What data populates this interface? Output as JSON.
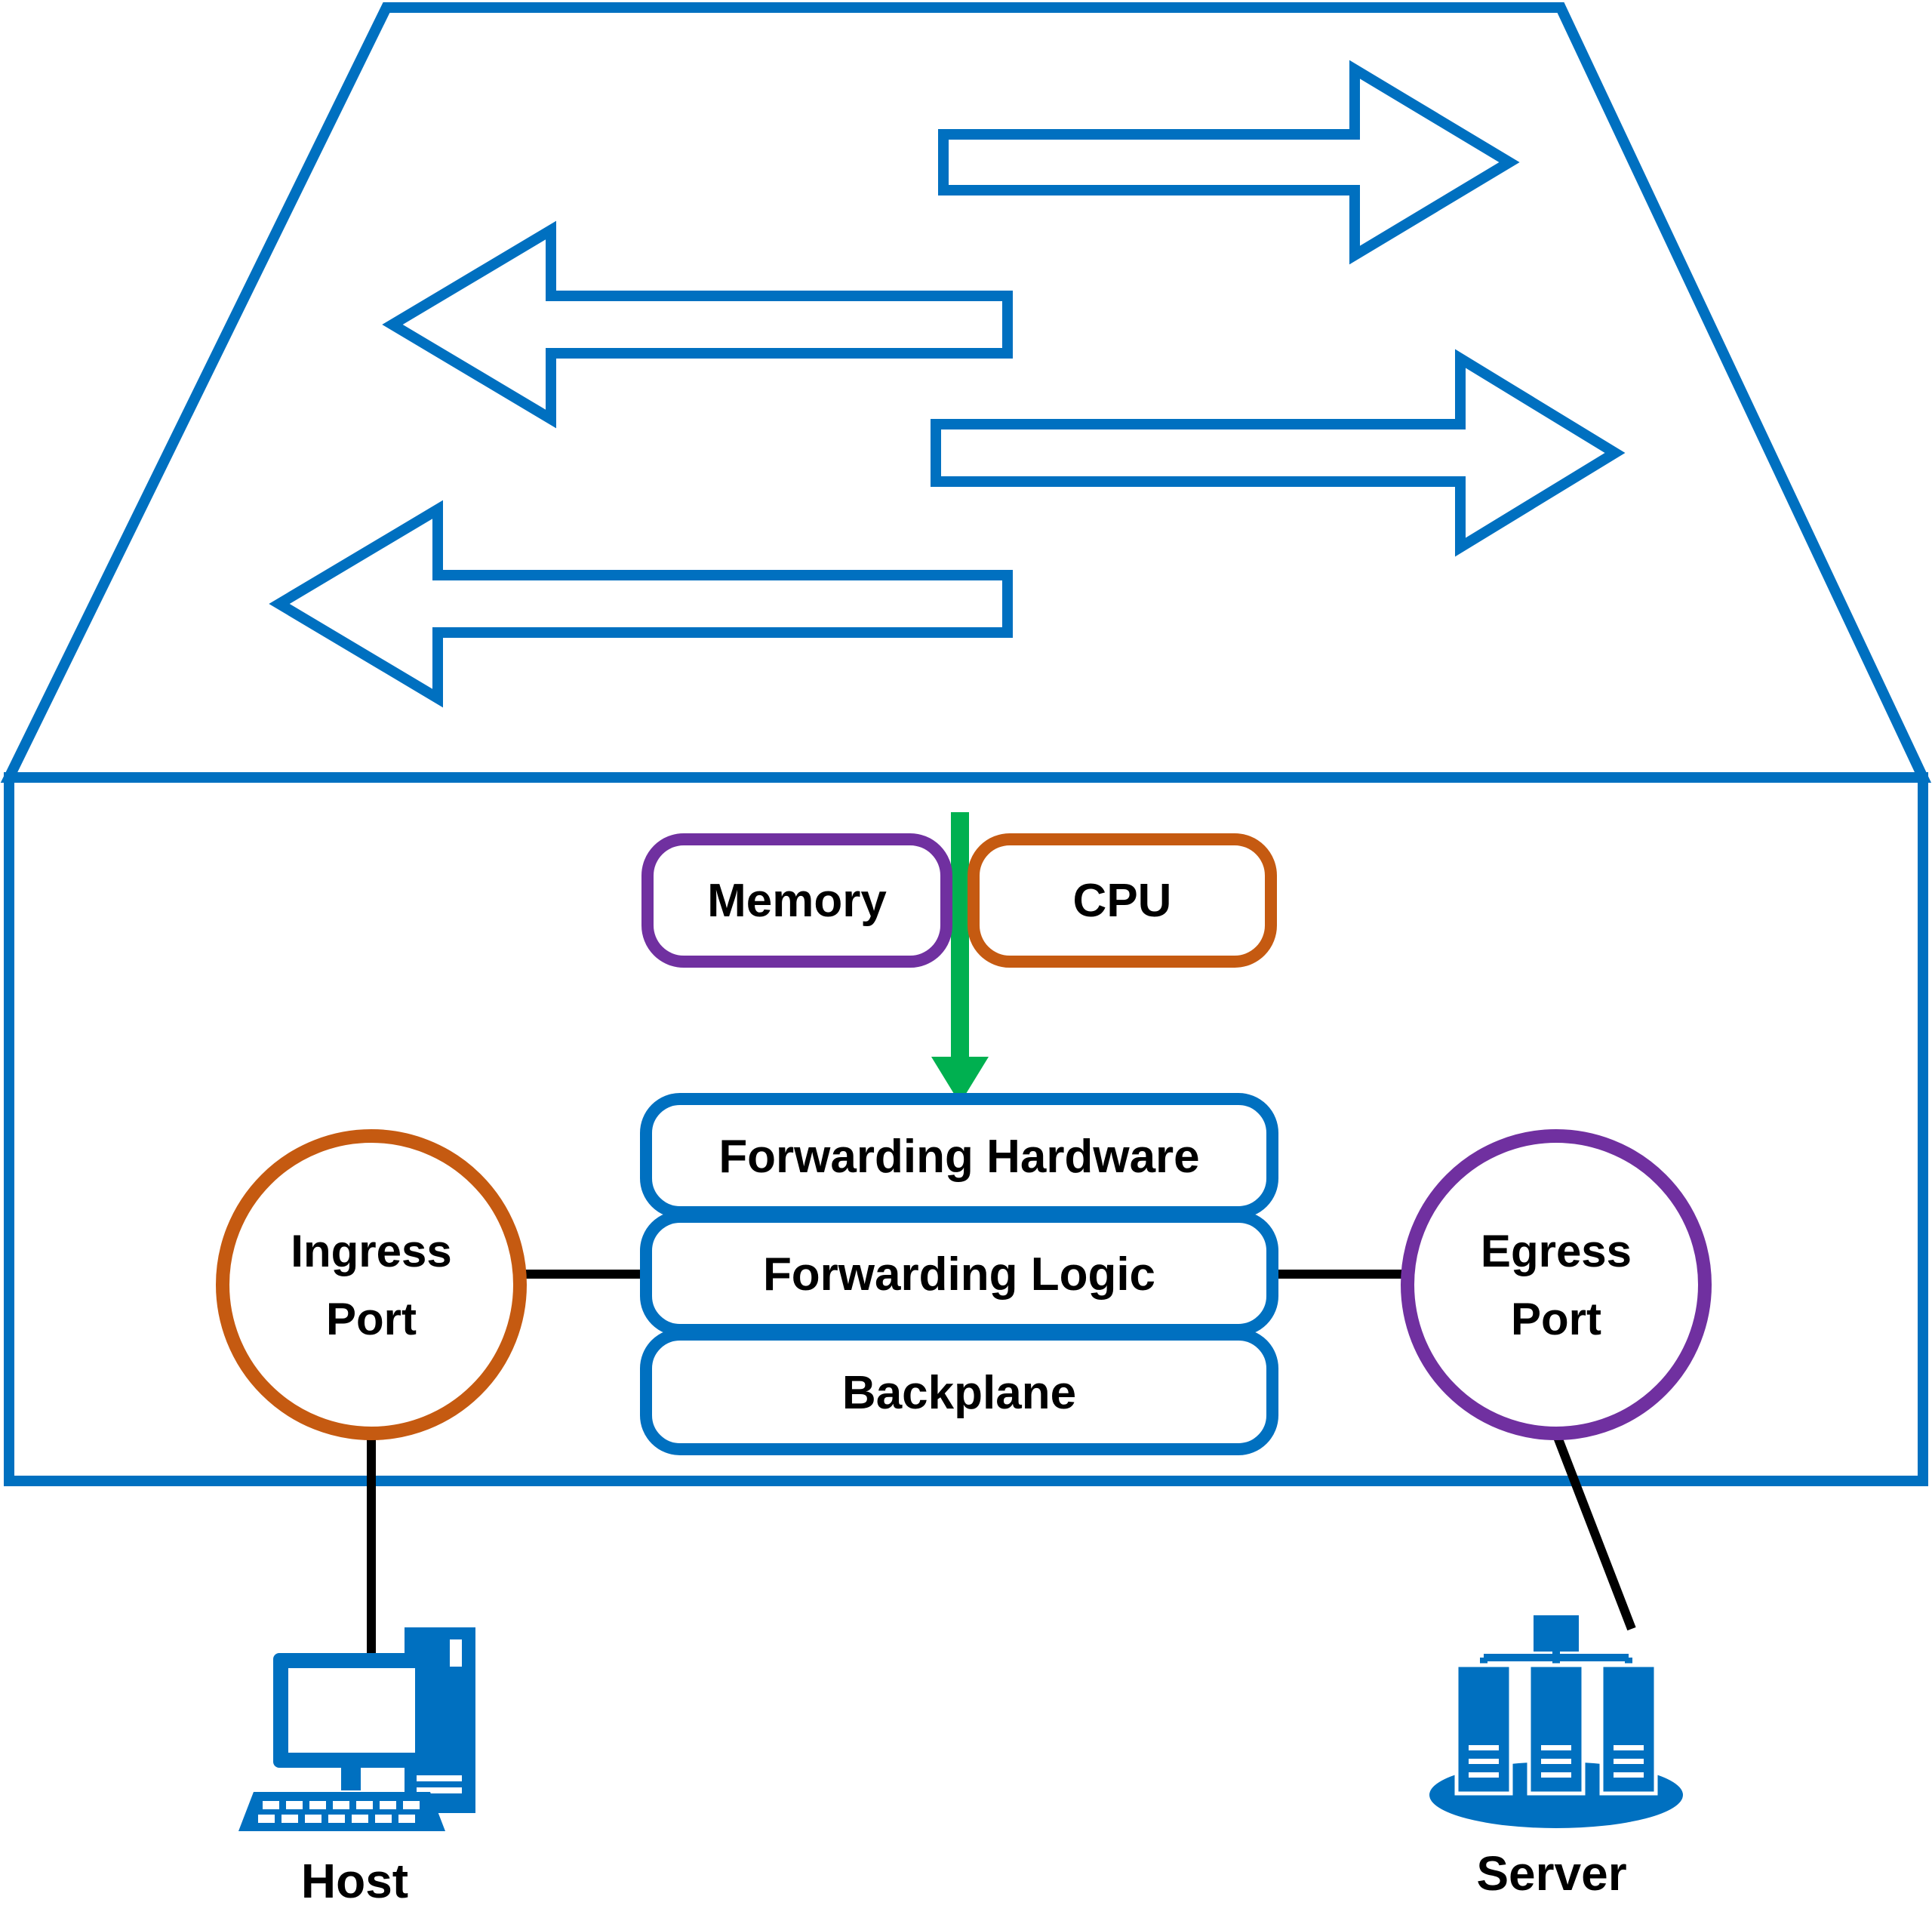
{
  "colors": {
    "blue": "#0070c0",
    "purple": "#7030a0",
    "dark_orange": "#c55a11",
    "green": "#00b050",
    "black": "#000000"
  },
  "switch": {
    "memory": "Memory",
    "cpu": "CPU",
    "forwarding_hardware": "Forwarding Hardware",
    "forwarding_logic": "Forwarding Logic",
    "backplane": "Backplane",
    "ingress_line1": "Ingress",
    "ingress_line2": "Port",
    "egress_line1": "Egress",
    "egress_line2": "Port"
  },
  "endpoints": {
    "host": "Host",
    "server": "Server"
  },
  "icons": {
    "host": "desktop-computer-icon",
    "server": "server-rack-icon",
    "traffic": "packet-flow-arrows-icon",
    "control_arrow": "down-arrow-icon"
  }
}
